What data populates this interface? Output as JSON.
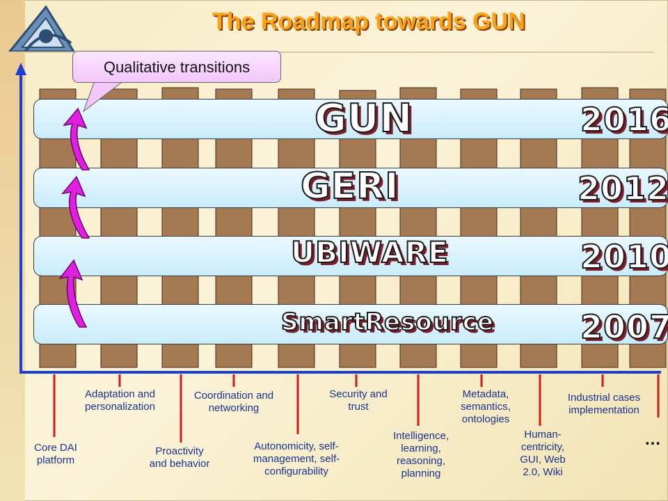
{
  "title": "The Roadmap towards GUN",
  "callout": "Qualitative transitions",
  "stages": [
    {
      "name": "GUN",
      "year": "2016"
    },
    {
      "name": "GERI",
      "year": "2012"
    },
    {
      "name": "UBIWARE",
      "year": "2010"
    },
    {
      "name": "SmartResource",
      "year": "2007"
    }
  ],
  "topics": [
    "Core DAI platform",
    "Adaptation and personalization",
    "Proactivity and behavior",
    "Coordination and networking",
    "Autonomicity, self-management, self-configurability",
    "Security and trust",
    "Intelligence, learning, reasoning, planning",
    "Metadata, semantics, ontologies",
    "Human-centricity, GUI, Web 2.0, Wiki",
    "Industrial cases implementation"
  ],
  "more": "…",
  "colors": {
    "title": "#f7a21b",
    "axis": "#1a3fd1",
    "pillar": "#a57a52",
    "band": "#d6f0fb",
    "arrow": "#e020e0",
    "topicLine": "#d11a1a",
    "topicText": "#17338f"
  }
}
